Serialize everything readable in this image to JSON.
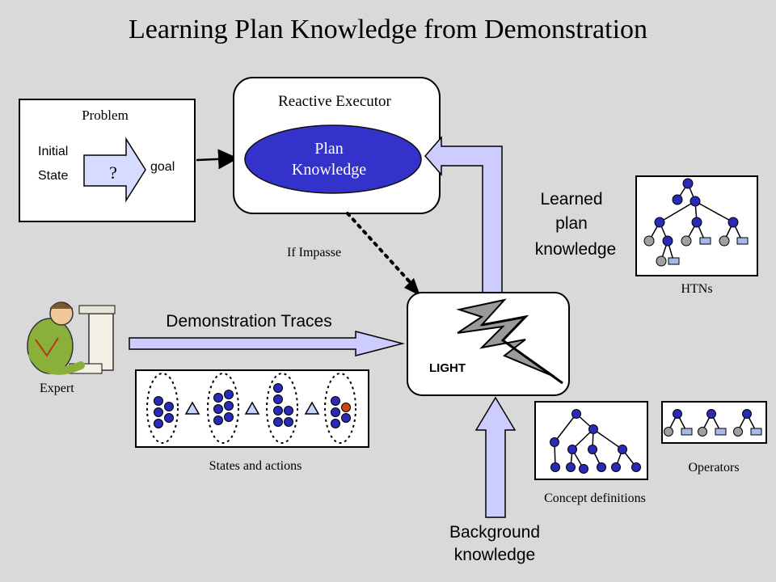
{
  "title": "Learning Plan Knowledge from Demonstration",
  "problem": {
    "label": "Problem",
    "initial_state_line1": "Initial",
    "initial_state_line2": "State",
    "unknown": "?",
    "goal": "goal"
  },
  "executor": {
    "label": "Reactive Executor",
    "plan_line1": "Plan",
    "plan_line2": "Knowledge"
  },
  "impasse_label": "If Impasse",
  "light_label": "LIGHT",
  "demonstration_label": "Demonstration Traces",
  "expert_label": "Expert",
  "states_actions_label": "States and actions",
  "learned": {
    "line1": "Learned",
    "line2": "plan",
    "line3": "knowledge"
  },
  "htns_label": "HTNs",
  "concept_label": "Concept definitions",
  "operators_label": "Operators",
  "background": {
    "line1": "Background",
    "line2": "knowledge"
  },
  "colors": {
    "node_blue": "#2a2ab8",
    "node_gray": "#a0a0a0",
    "node_light": "#a8b8e8",
    "arrow_fill": "#ccccff",
    "ellipse_fill": "#3333cc",
    "highlight_node": "#cc4411"
  }
}
